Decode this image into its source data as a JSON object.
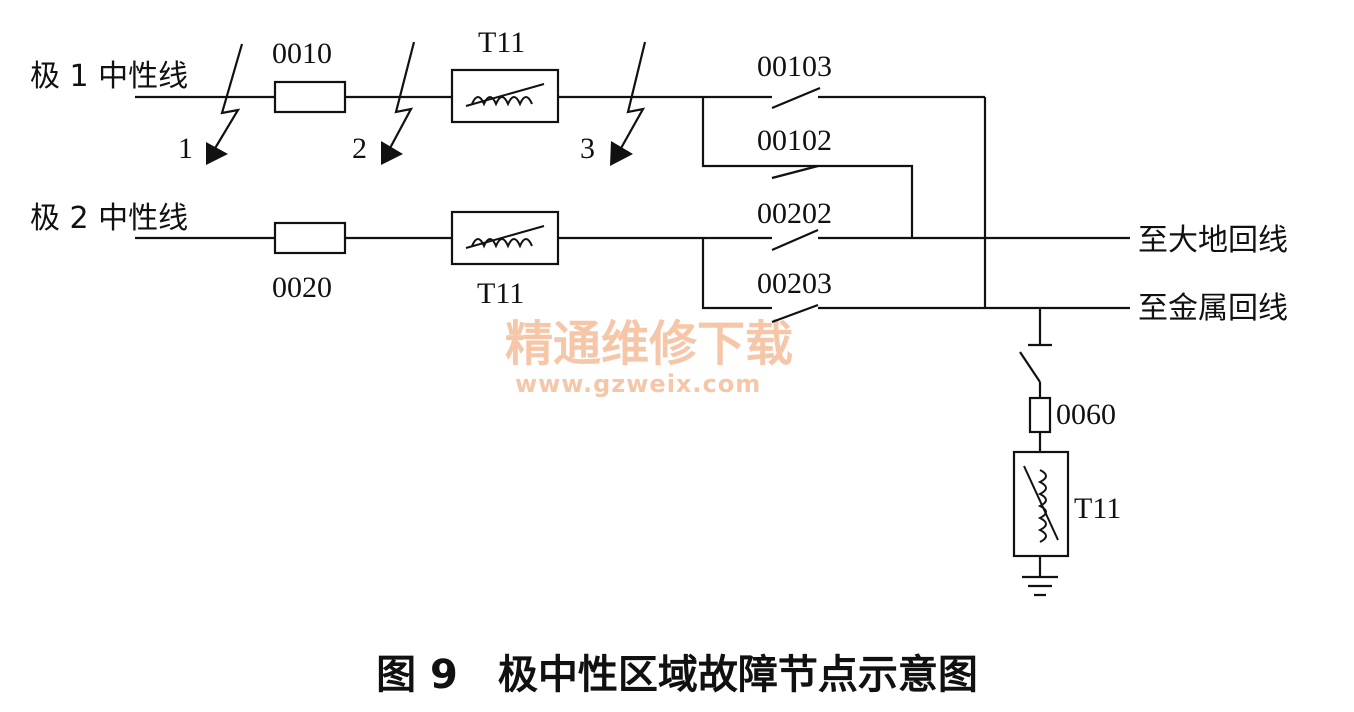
{
  "labels": {
    "pole1_line": "极 1 中性线",
    "pole2_line": "极 2 中性线",
    "to_ground_return": "至大地回线",
    "to_metal_return": "至金属回线"
  },
  "components": {
    "pole1_breaker": "0010",
    "pole2_breaker": "0020",
    "pole1_ct": "T11",
    "pole2_ct": "T11",
    "sw_00103": "00103",
    "sw_00102": "00102",
    "sw_00202": "00202",
    "sw_00203": "00203",
    "ground_breaker": "0060",
    "ground_ct": "T11"
  },
  "faults": {
    "f1": "1",
    "f2": "2",
    "f3": "3"
  },
  "watermark": {
    "cn": "精通维修下载",
    "url": "www.gzweix.com",
    "color": "#f2b48a"
  },
  "caption": "图 9　极中性区域故障节点示意图"
}
